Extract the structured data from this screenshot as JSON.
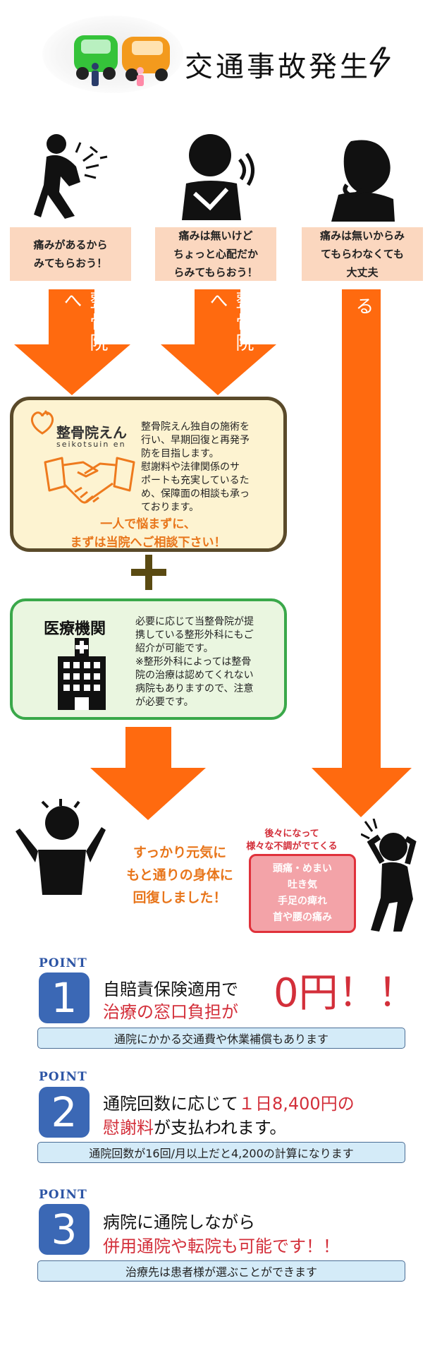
{
  "header": {
    "title": "交通事故発生",
    "lightning_icon": "lightning-icon"
  },
  "cases": [
    {
      "text": "痛みがあるから\nみてもらおう！"
    },
    {
      "text": "痛みは無いけど\nちょっと心配だか\nらみてもらおう！"
    },
    {
      "text": "痛みは無いからみ\nてもらわなくても\n大丈夫"
    }
  ],
  "arrows": {
    "left": "整骨院へ",
    "center": "整骨院へ",
    "right": "そのまま放置する"
  },
  "clinic": {
    "name": "整骨院えん",
    "roman": "seikotsuin en",
    "description": "整骨院えん独自の施術を\n行い、早期回復と再発予\n防を目指します。\n慰謝料や法律関係のサ\nポートも充実しているた\nめ、保障面の相談も承っ\nております。",
    "slogan": "一人で悩まずに、\nまずは当院へご相談下さい！"
  },
  "plus_symbol": "＋",
  "medical": {
    "name": "医療機関",
    "description": "必要に応じて当整骨院が提\n携している整形外科にもご\n紹介が可能です。\n※整形外科によっては整骨\n院の治療は認めてくれない\n病院もありますので、注意\nが必要です。"
  },
  "results": {
    "recovered": "すっかり元気に\nもと通りの身体に\n回復しました！",
    "worse_title": "後々になって\n様々な不調がでてくる",
    "symptoms": [
      "頭痛・めまい",
      "吐き気",
      "手足の痺れ",
      "首や腰の痛み"
    ]
  },
  "points": [
    {
      "label": "POINT",
      "number": "1",
      "line1": "自賠責保険適用で",
      "line2": "治療の窓口負担が",
      "highlight": "0円！！",
      "bar": "通院にかかる交通費や休業補償もあります"
    },
    {
      "label": "POINT",
      "number": "2",
      "line1_black": "通院回数に応じて",
      "line1_red": "１日8,400円の",
      "line2_red": "慰謝料",
      "line2_black": "が支払われます。",
      "bar": "通院回数が16回/月以上だと4,200の計算になります"
    },
    {
      "label": "POINT",
      "number": "3",
      "line1": "病院に通院しながら",
      "line2": "併用通院や転院も可能です！！",
      "bar": "治療先は患者様が選ぶことができます"
    }
  ],
  "colors": {
    "orange": "#ff6a0f",
    "peach": "#fbd7bf",
    "blue": "#3b68b5",
    "red": "#d32f3a",
    "green": "#3aa84a"
  }
}
